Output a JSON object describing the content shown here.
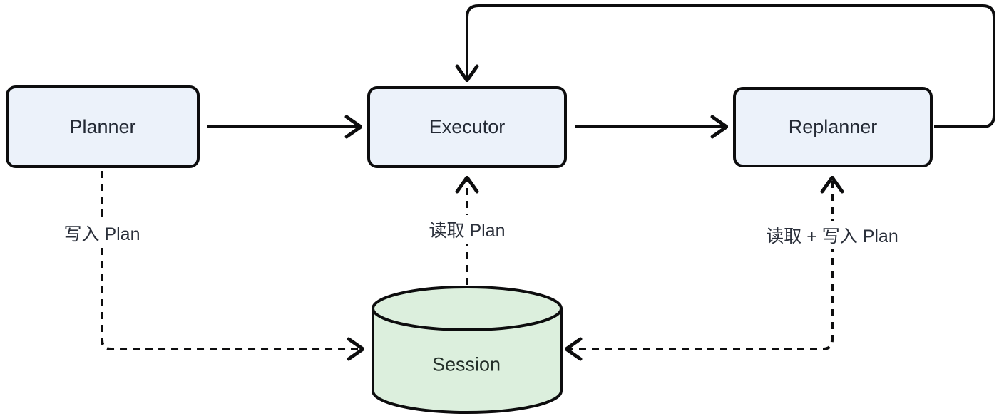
{
  "diagram": {
    "background": "#ffffff",
    "stroke_color": "#0d0d0e",
    "text_color": "#242a35",
    "nodes": [
      {
        "id": "planner",
        "label": "Planner",
        "shape": "rounded-rect",
        "fill": "#ecf2fa"
      },
      {
        "id": "executor",
        "label": "Executor",
        "shape": "rounded-rect",
        "fill": "#ecf2fa"
      },
      {
        "id": "replanner",
        "label": "Replanner",
        "shape": "rounded-rect",
        "fill": "#ecf2fa"
      },
      {
        "id": "session",
        "label": "Session",
        "shape": "cylinder",
        "fill": "#dcefdd"
      }
    ],
    "edges": [
      {
        "from": "planner",
        "to": "executor",
        "style": "solid",
        "route": "straight"
      },
      {
        "from": "executor",
        "to": "replanner",
        "style": "solid",
        "route": "straight"
      },
      {
        "from": "replanner",
        "to": "executor",
        "style": "solid",
        "route": "top-loop"
      },
      {
        "from": "planner",
        "to": "session",
        "style": "dashed",
        "route": "down-right",
        "label": "写入 Plan"
      },
      {
        "from": "session",
        "to": "executor",
        "style": "dashed",
        "route": "up",
        "label": "读取 Plan"
      },
      {
        "from": "session",
        "to": "replanner",
        "style": "dashed",
        "route": "right-up",
        "bidirectional": true,
        "label": "读取 + 写入 Plan"
      }
    ]
  }
}
